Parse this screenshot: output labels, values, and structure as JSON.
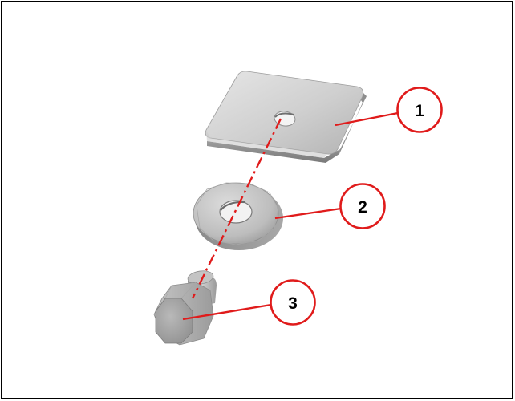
{
  "colors": {
    "callout": "#e01b1b",
    "frame": "#000000",
    "part_light": "#d9d9d9",
    "part_mid": "#b8b8b8",
    "part_dark": "#8e8e8e"
  },
  "callouts": [
    {
      "id": "1",
      "label": "1"
    },
    {
      "id": "2",
      "label": "2"
    },
    {
      "id": "3",
      "label": "3"
    }
  ]
}
